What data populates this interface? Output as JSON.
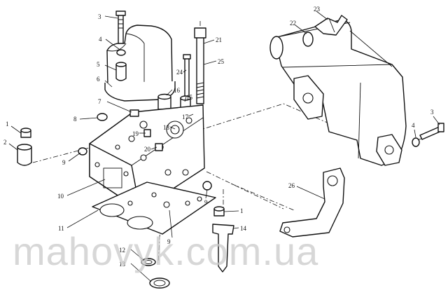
{
  "callouts": [
    {
      "id": "c1a",
      "text": "1"
    },
    {
      "id": "c2",
      "text": "2"
    },
    {
      "id": "c3a",
      "text": "3"
    },
    {
      "id": "c4a",
      "text": "4"
    },
    {
      "id": "c5",
      "text": "5"
    },
    {
      "id": "c6",
      "text": "6"
    },
    {
      "id": "c7",
      "text": "7"
    },
    {
      "id": "c8",
      "text": "8"
    },
    {
      "id": "c9a",
      "text": "9"
    },
    {
      "id": "c10",
      "text": "10"
    },
    {
      "id": "c11",
      "text": "11"
    },
    {
      "id": "c9b",
      "text": "9"
    },
    {
      "id": "c12",
      "text": "12"
    },
    {
      "id": "c13",
      "text": "13"
    },
    {
      "id": "c16",
      "text": "16"
    },
    {
      "id": "c15",
      "text": "15"
    },
    {
      "id": "c17",
      "text": "17"
    },
    {
      "id": "c18",
      "text": "18"
    },
    {
      "id": "c19",
      "text": "19"
    },
    {
      "id": "c20",
      "text": "20"
    },
    {
      "id": "c21",
      "text": "21"
    },
    {
      "id": "c24",
      "text": "24"
    },
    {
      "id": "c25",
      "text": "25"
    },
    {
      "id": "c9c",
      "text": "9"
    },
    {
      "id": "c1b",
      "text": "1"
    },
    {
      "id": "c14",
      "text": "14"
    },
    {
      "id": "c22",
      "text": "22"
    },
    {
      "id": "c23",
      "text": "23"
    },
    {
      "id": "c3b",
      "text": "3"
    },
    {
      "id": "c4b",
      "text": "4"
    },
    {
      "id": "c26",
      "text": "26"
    }
  ],
  "watermark": "mahovyk.com.ua"
}
